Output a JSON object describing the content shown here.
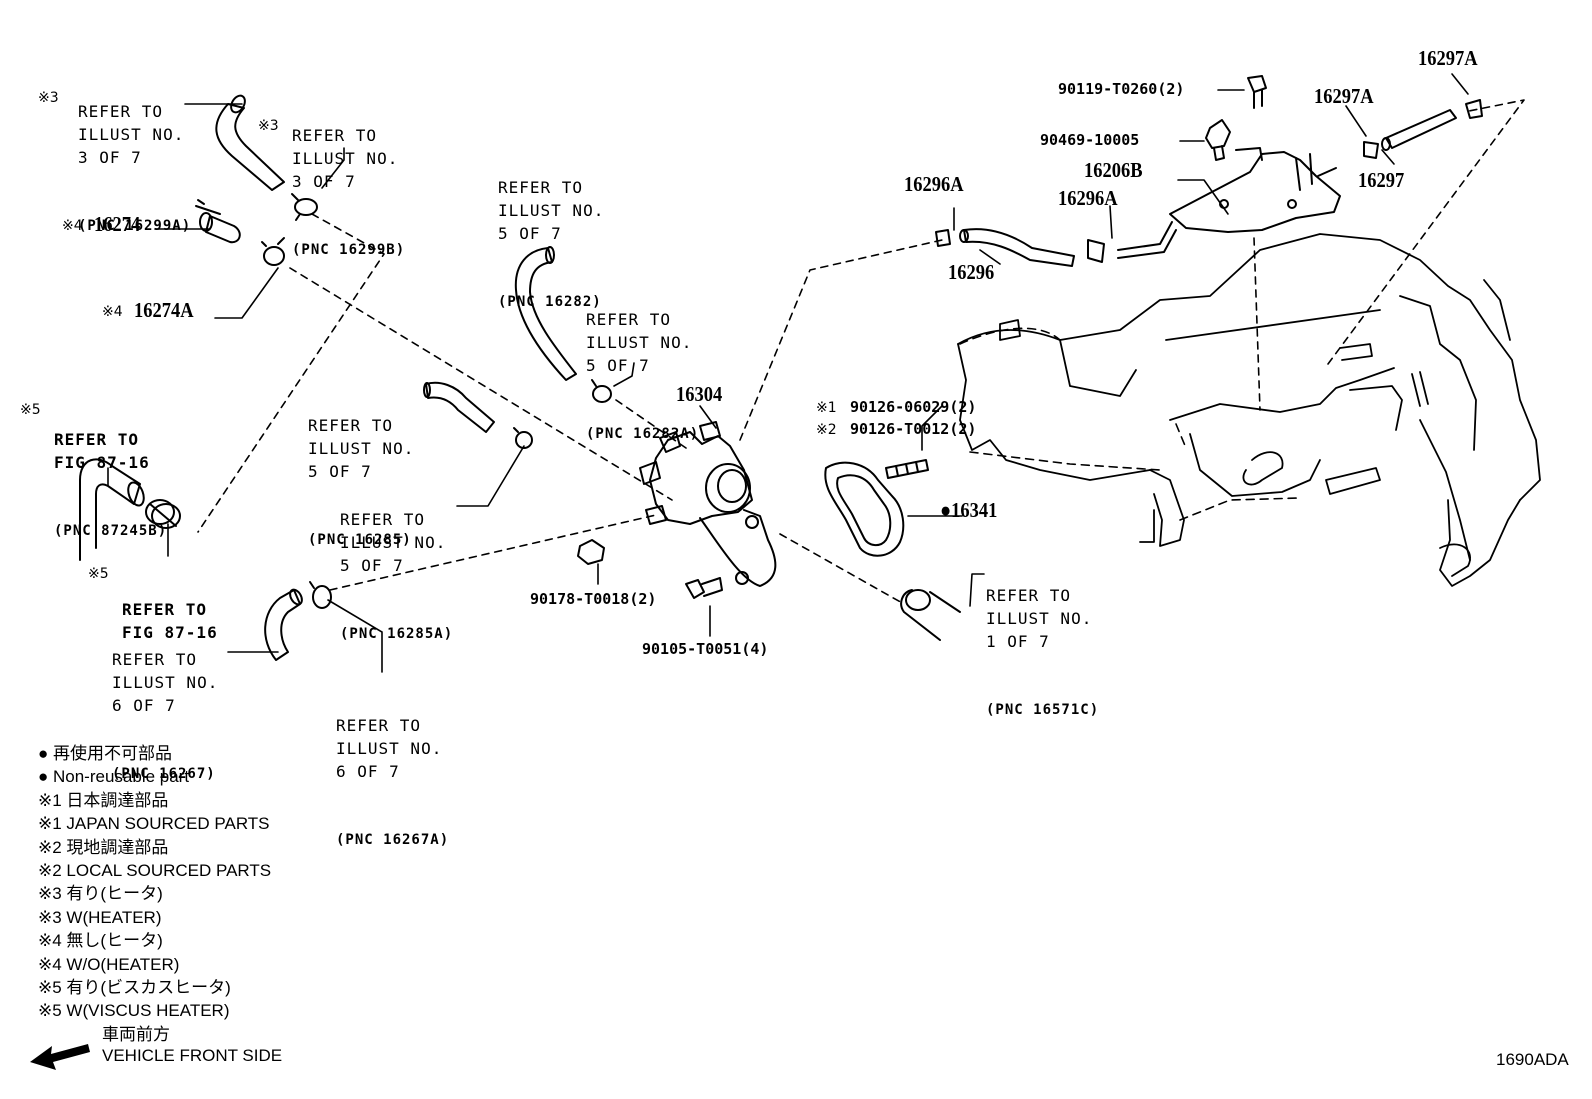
{
  "refers": {
    "r1": [
      "REFER TO",
      "ILLUST NO.",
      "3 OF 7",
      "(PNC 16299A)"
    ],
    "r2": [
      "REFER TO",
      "ILLUST NO.",
      "3 OF 7",
      "(PNC 16299B)"
    ],
    "r3": [
      "REFER TO",
      "ILLUST NO.",
      "5 OF 7",
      "(PNC 16282)"
    ],
    "r4": [
      "REFER TO",
      "ILLUST NO.",
      "5 OF 7",
      "(PNC 16282A)"
    ],
    "r5": [
      "REFER TO",
      "ILLUST NO.",
      "5 OF 7",
      "(PNC 16285)"
    ],
    "r6": [
      "REFER TO",
      "ILLUST NO.",
      "5 OF 7",
      "(PNC 16285A)"
    ],
    "r7": [
      "REFER TO",
      "FIG 87-16",
      "(PNC 87245B)"
    ],
    "r8": [
      "REFER TO",
      "FIG 87-16"
    ],
    "r9": [
      "REFER TO",
      "ILLUST NO.",
      "6 OF 7",
      "(PNC 16267)"
    ],
    "r10": [
      "REFER TO",
      "ILLUST NO.",
      "6 OF 7",
      "(PNC 16267A)"
    ],
    "r11": [
      "REFER TO",
      "ILLUST NO.",
      "1 OF 7",
      "(PNC 16571C)"
    ]
  },
  "marks": {
    "m3a": "※3",
    "m3b": "※3",
    "m4a": "※4",
    "m4b": "※4",
    "m5a": "※5",
    "m5b": "※5",
    "m1": "※1",
    "m2": "※2"
  },
  "parts": {
    "p16274": "16274",
    "p16274A": "16274A",
    "p16304": "16304",
    "p16341": "16341",
    "p16296": "16296",
    "p16296A_1": "16296A",
    "p16296A_2": "16296A",
    "p16206B": "16206B",
    "p16297": "16297",
    "p16297A_1": "16297A",
    "p16297A_2": "16297A",
    "p90119": "90119-T0260(2)",
    "p90469": "90469-10005",
    "p90126a": "90126-06029(2)",
    "p90126b": "90126-T0012(2)",
    "p90178": "90178-T0018(2)",
    "p90105": "90105-T0051(4)"
  },
  "legend": [
    "● 再使用不可部品",
    "● Non-reusable part",
    "※1 日本調達部品",
    "※1 JAPAN SOURCED PARTS",
    "※2 現地調達部品",
    "※2 LOCAL SOURCED PARTS",
    "※3 有り(ヒータ)",
    "※3 W(HEATER)",
    "※4 無し(ヒータ)",
    "※4 W/O(HEATER)",
    "※5 有り(ビスカスヒータ)",
    "※5 W(VISCUS HEATER)"
  ],
  "front_side": [
    "車両前方",
    "VEHICLE FRONT SIDE"
  ],
  "diagram_code": "1690ADA",
  "non_reusable_bullet": "●"
}
